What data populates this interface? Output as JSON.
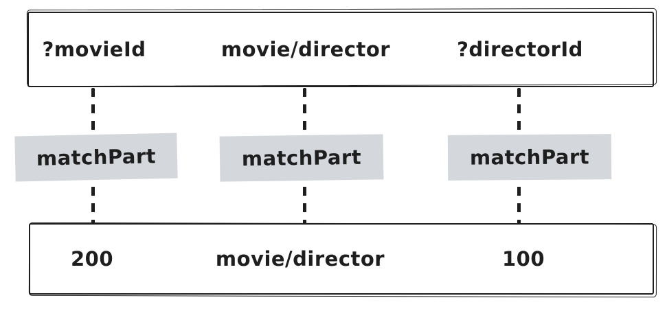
{
  "diagram": {
    "colors": {
      "background": "#ffffff",
      "stroke": "#1e1e1e",
      "match_label_bg": "#d4d8dc"
    },
    "top_row": {
      "cells": [
        "?movieId",
        "movie/director",
        "?directorId"
      ]
    },
    "connectors": [
      "matchPart",
      "matchPart",
      "matchPart"
    ],
    "bottom_row": {
      "cells": [
        "200",
        "movie/director",
        "100"
      ]
    }
  }
}
